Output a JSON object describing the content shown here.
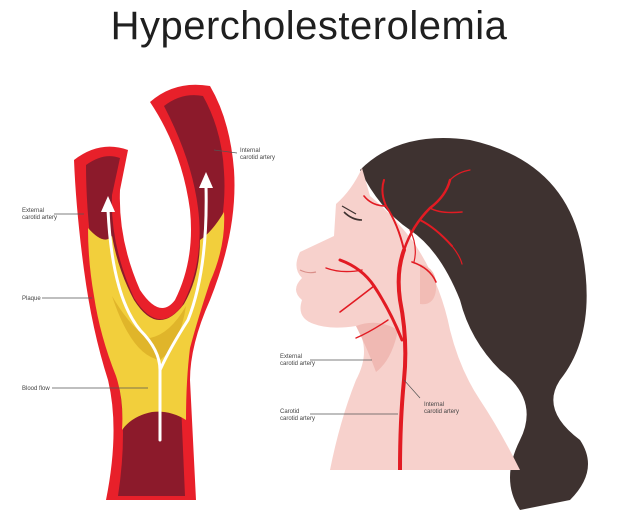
{
  "title": "Hypercholesterolemia",
  "labels": {
    "internal_carotid_artery": "Internal\ncarotid artery",
    "external_carotid_artery_left": "External\ncarotid artery",
    "plaque": "Plaque",
    "blood_flow": "Blood flow",
    "external_carotid_artery_neck": "External\ncarotid artery",
    "internal_carotid_artery_neck": "Internal\ncarotid artery",
    "common_carotid_artery": "Carotid\ncarotid artery"
  },
  "colors": {
    "vessel_wall": "#e8202a",
    "vessel_lumen": "#8c1a2b",
    "plaque": "#f2cf3c",
    "hair": "#3e3230",
    "skin": "#f7d1cc",
    "artery": "#e21b23"
  }
}
